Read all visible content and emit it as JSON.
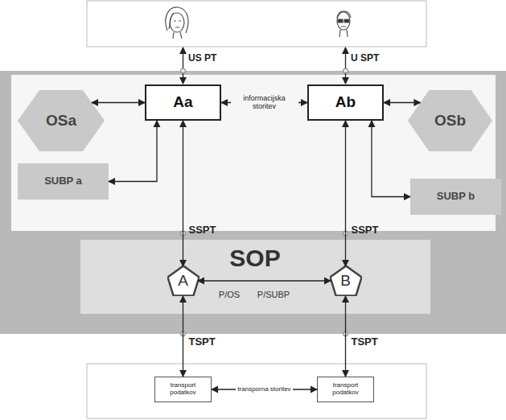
{
  "diagram": {
    "nodes": [
      {
        "text": [
          "OSa"
        ]
      },
      {
        "text": [
          "Aa"
        ]
      },
      {
        "text": [
          "Ab"
        ]
      },
      {
        "text": [
          "OSb"
        ]
      },
      {
        "text": [
          "SUBP a"
        ]
      },
      {
        "text": [
          "SUBP b"
        ]
      },
      {
        "text": [
          "SOP",
          "P/OS",
          "P/SUBP"
        ]
      },
      {
        "text": [
          "A"
        ],
        "in": 6
      },
      {
        "text": [
          "B"
        ],
        "in": 6
      },
      {
        "text": [
          "transport podatkov"
        ]
      },
      {
        "text": [
          "transport podatkov"
        ]
      }
    ],
    "edges": [
      {
        "from": 1,
        "to": 2,
        "arrow": "both",
        "label": "informacijska storitev"
      },
      {
        "from": 0,
        "to": 1,
        "arrow": "both"
      },
      {
        "from": 2,
        "to": 3,
        "arrow": "both"
      },
      {
        "from": 4,
        "to": 1,
        "arrow": "both"
      },
      {
        "from": 5,
        "to": 2,
        "arrow": "both"
      },
      {
        "from": 1,
        "to": 7,
        "arrow": "both",
        "label": "SSPT"
      },
      {
        "from": 2,
        "to": 8,
        "arrow": "both",
        "label": "SSPT"
      },
      {
        "from": 7,
        "to": 8,
        "arrow": "both"
      },
      {
        "from": 7,
        "to": 9,
        "arrow": "both",
        "label": "TSPT"
      },
      {
        "from": 8,
        "to": 10,
        "arrow": "both",
        "label": "TSPT"
      },
      {
        "from": 9,
        "to": 10,
        "arrow": "both",
        "label": "transporna storitev"
      }
    ],
    "labels": [
      "US PT",
      "U SPT"
    ]
  }
}
